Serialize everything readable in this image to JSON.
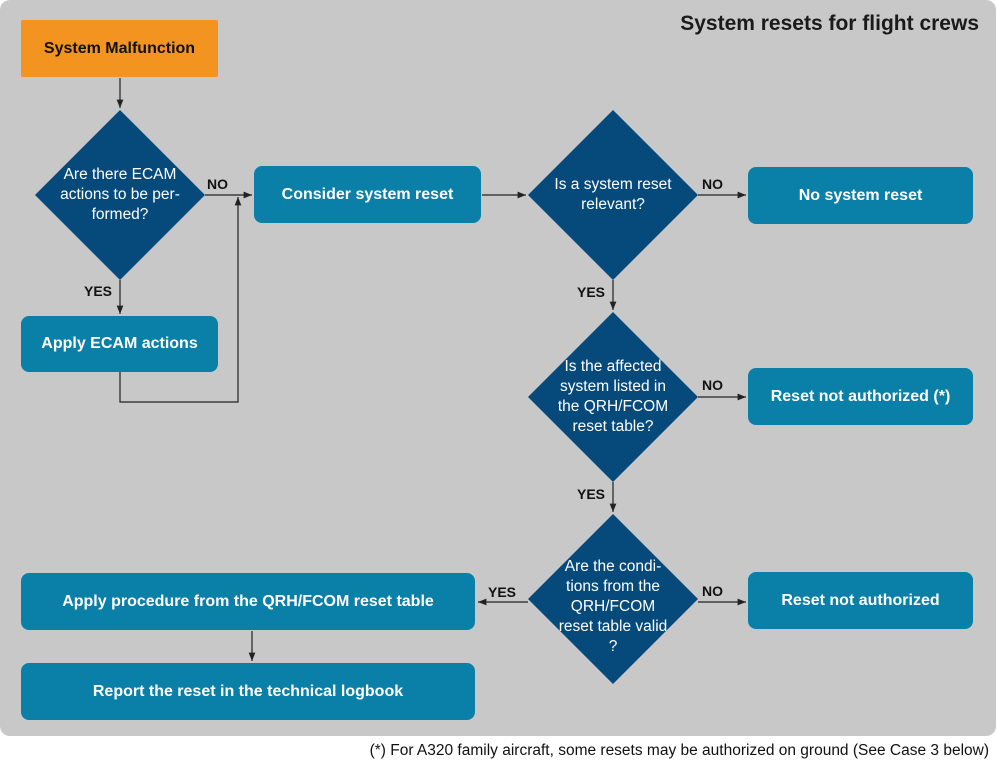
{
  "title": "System resets for flight crews",
  "nodes": {
    "system_malfunction": "System Malfunction",
    "ecam_question": "Are there ECAM actions to be per-formed?",
    "apply_ecam": "Apply ECAM actions",
    "consider_reset": "Consider system reset",
    "reset_relevant_question": "Is a system reset relevant?",
    "no_reset": "No system reset",
    "listed_question": "Is the affected system listed in the QRH/FCOM reset table?",
    "not_authorized_star": "Reset not authorized (*)",
    "conditions_question": "Are the condi-tions from the QRH/FCOM reset table valid ?",
    "not_authorized": "Reset not authorized",
    "apply_procedure": "Apply procedure from the QRH/FCOM reset table",
    "report_reset": "Report the reset in the technical logbook"
  },
  "labels": {
    "yes": "YES",
    "no": "NO"
  },
  "footnote": "(*) For A320 family aircraft, some resets may be authorized on ground (See Case 3 below)"
}
